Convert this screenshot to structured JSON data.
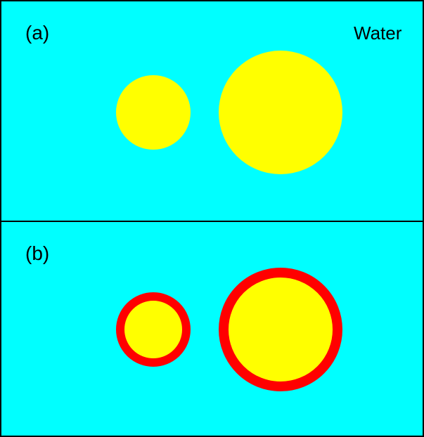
{
  "colors": {
    "water": "#00ffff",
    "particle": "#ffff00",
    "shell": "#ff0000",
    "border": "#000000"
  },
  "panels": [
    {
      "id": "a",
      "label": "(a)",
      "medium_label": "Water",
      "particles": [
        {
          "size": "small",
          "shell": false
        },
        {
          "size": "large",
          "shell": false
        }
      ]
    },
    {
      "id": "b",
      "label": "(b)",
      "medium_label": "",
      "particles": [
        {
          "size": "small",
          "shell": true
        },
        {
          "size": "large",
          "shell": true
        }
      ]
    }
  ]
}
